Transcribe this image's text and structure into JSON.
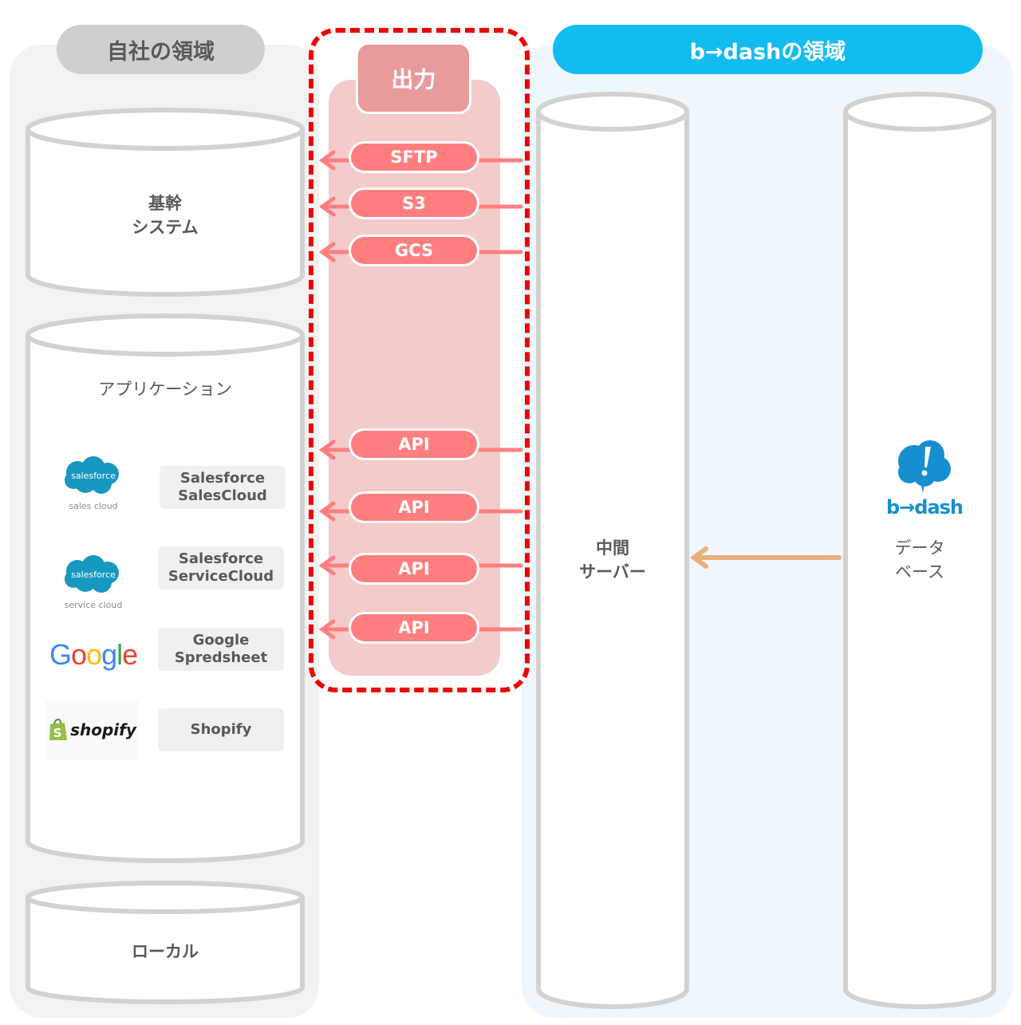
{
  "regions": {
    "own": {
      "title": "自社の領域"
    },
    "bdash": {
      "title": "b→dashの領域"
    }
  },
  "output": {
    "title": "出力",
    "connectors": [
      {
        "label": "SFTP",
        "target": "基幹システム"
      },
      {
        "label": "S3",
        "target": "基幹システム"
      },
      {
        "label": "GCS",
        "target": "基幹システム"
      },
      {
        "label": "API",
        "target": "Salesforce SalesCloud"
      },
      {
        "label": "API",
        "target": "Salesforce ServiceCloud"
      },
      {
        "label": "API",
        "target": "Google Spredsheet"
      },
      {
        "label": "API",
        "target": "Shopify"
      }
    ]
  },
  "own_systems": {
    "core": {
      "line1": "基幹",
      "line2": "システム"
    },
    "applications": {
      "title": "アプリケーション",
      "items": [
        {
          "name_line1": "Salesforce",
          "name_line2": "SalesCloud",
          "logo": "salesforce-logo",
          "logo_text": "salesforce",
          "caption": "sales cloud"
        },
        {
          "name_line1": "Salesforce",
          "name_line2": "ServiceCloud",
          "logo": "salesforce-logo",
          "logo_text": "salesforce",
          "caption": "service cloud"
        },
        {
          "name_line1": "Google",
          "name_line2": "Spredsheet",
          "logo": "google-logo",
          "logo_text": "Google"
        },
        {
          "name_line1": "Shopify",
          "logo": "shopify-logo",
          "logo_text": "shopify"
        }
      ]
    },
    "local": {
      "label": "ローカル"
    }
  },
  "bdash_systems": {
    "middle_server": {
      "line1": "中間",
      "line2": "サーバー"
    },
    "database": {
      "line1": "データ",
      "line2": "ベース",
      "logo_text": "b→dash"
    }
  },
  "colors": {
    "pill": "#ff7f81",
    "output_bg": "#f3cbcb",
    "dash_frame": "#f00000",
    "bdash_accent": "#12bcf0",
    "db_arrow": "#eab07a"
  }
}
